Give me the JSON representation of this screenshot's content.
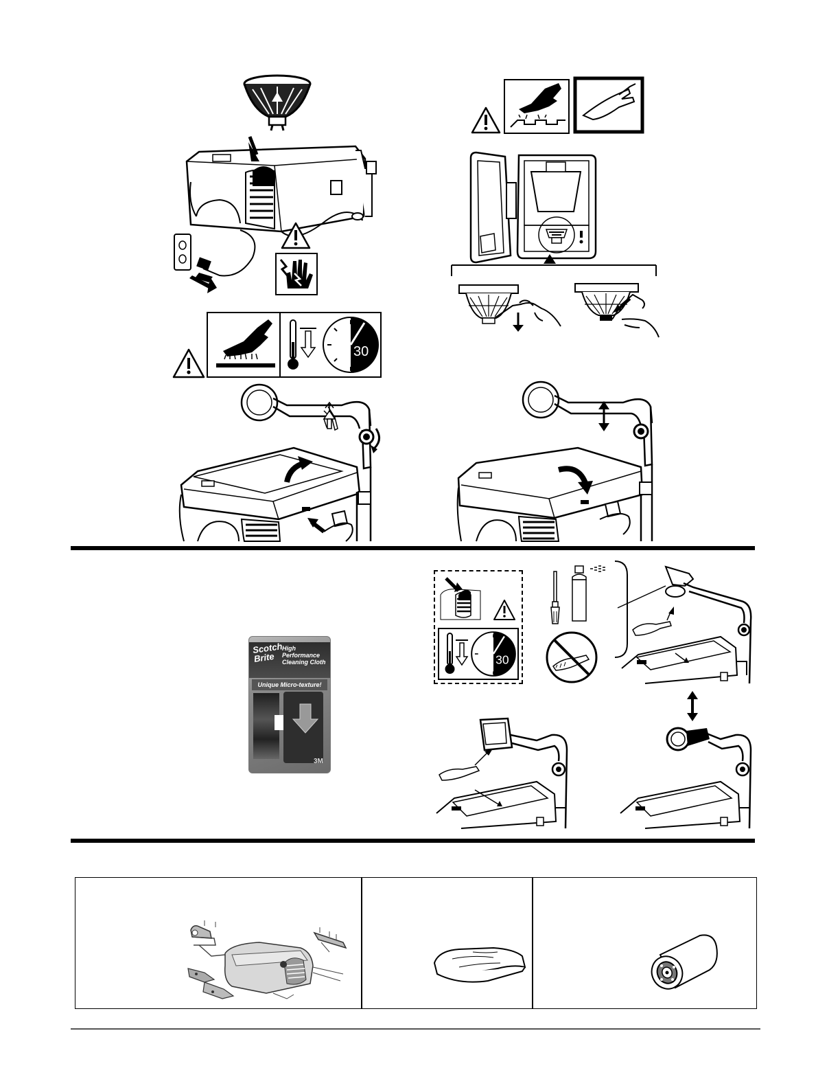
{
  "cooldown_minutes": "30",
  "cleaning_package": {
    "brand_line1": "Scotch",
    "brand_line2": "Brite",
    "product_line1": "High",
    "product_line2": "Performance",
    "product_line3": "Cleaning Cloth",
    "tagline": "Unique Micro-texture!",
    "logo": "3M"
  },
  "colors": {
    "ink": "#000000",
    "paper": "#ffffff",
    "package_dark": "#3a3a3a",
    "package_mid": "#7a7a7a"
  },
  "icons": [
    "lamp-bulb-icon",
    "warning-icon",
    "electric-shock-hand-icon",
    "hot-surface-icon",
    "thermometer-cooling-icon",
    "clock-30-icon",
    "no-touch-icon",
    "brush-icon",
    "spray-can-icon"
  ]
}
